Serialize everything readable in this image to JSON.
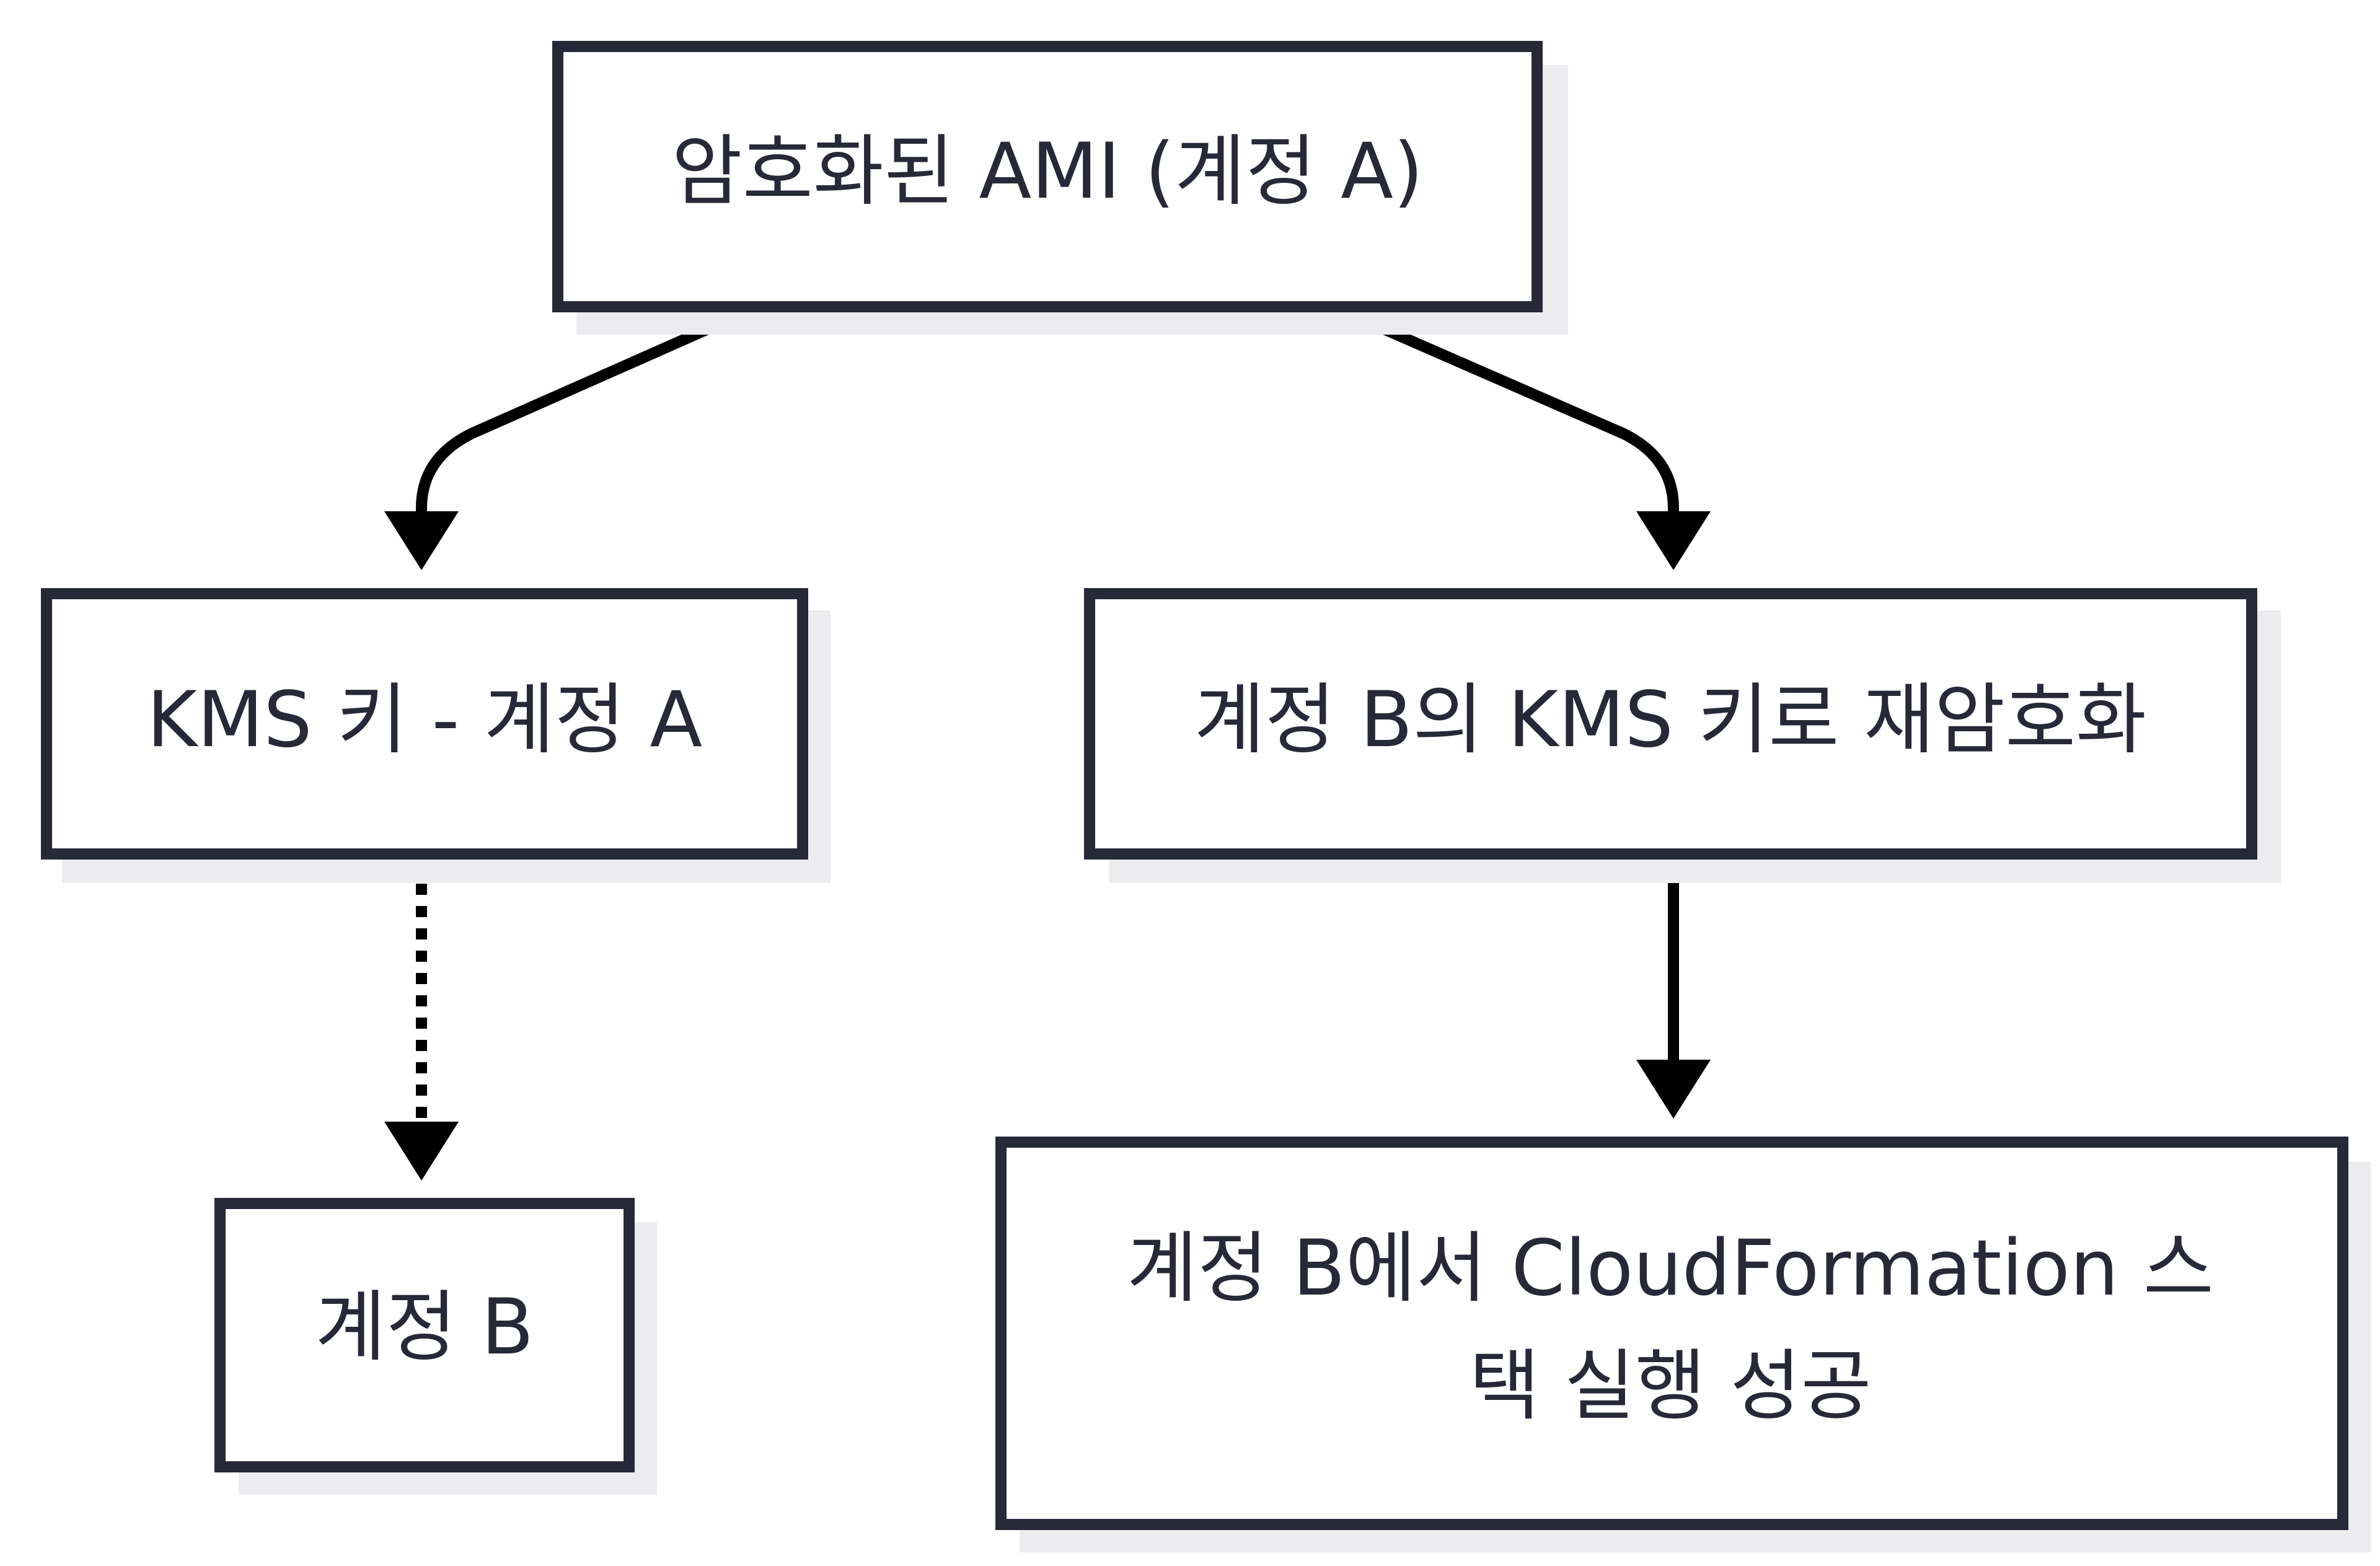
{
  "diagram": {
    "nodes": {
      "encrypted_ami": {
        "label": "암호화된 AMI (계정 A)"
      },
      "kms_key_a": {
        "label": "KMS 키 - 계정 A"
      },
      "reencrypt_b": {
        "label": "계정 B의 KMS 키로 재암호화"
      },
      "account_b": {
        "label": "계정 B"
      },
      "cfn_success": {
        "label_line1": "계정 B에서 CloudFormation 스",
        "label_line2": "택 실행 성공"
      }
    },
    "edges": [
      {
        "from": "encrypted_ami",
        "to": "kms_key_a",
        "style": "solid"
      },
      {
        "from": "encrypted_ami",
        "to": "reencrypt_b",
        "style": "solid"
      },
      {
        "from": "kms_key_a",
        "to": "account_b",
        "style": "dotted"
      },
      {
        "from": "reencrypt_b",
        "to": "cfn_success",
        "style": "solid"
      }
    ],
    "colors": {
      "node_border": "#272838",
      "node_text": "#272838",
      "node_shadow": "#ecebee",
      "edge": "#000000",
      "background": "#ffffff"
    }
  }
}
